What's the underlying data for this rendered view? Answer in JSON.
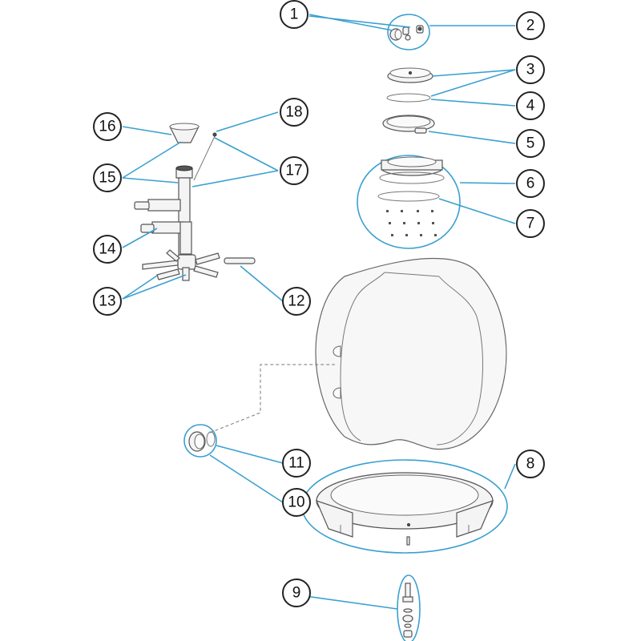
{
  "callouts": [
    {
      "id": "c1",
      "label": "1"
    },
    {
      "id": "c2",
      "label": "2"
    },
    {
      "id": "c3",
      "label": "3"
    },
    {
      "id": "c4",
      "label": "4"
    },
    {
      "id": "c5",
      "label": "5"
    },
    {
      "id": "c6",
      "label": "6"
    },
    {
      "id": "c7",
      "label": "7"
    },
    {
      "id": "c8",
      "label": "8"
    },
    {
      "id": "c9",
      "label": "9"
    },
    {
      "id": "c10",
      "label": "10"
    },
    {
      "id": "c11",
      "label": "11"
    },
    {
      "id": "c12",
      "label": "12"
    },
    {
      "id": "c13",
      "label": "13"
    },
    {
      "id": "c14",
      "label": "14"
    },
    {
      "id": "c15",
      "label": "15"
    },
    {
      "id": "c16",
      "label": "16"
    },
    {
      "id": "c17",
      "label": "17"
    },
    {
      "id": "c18",
      "label": "18"
    }
  ],
  "colors": {
    "leader": "#3aa0d0",
    "outline": "#222222",
    "part_stroke": "#555555"
  }
}
